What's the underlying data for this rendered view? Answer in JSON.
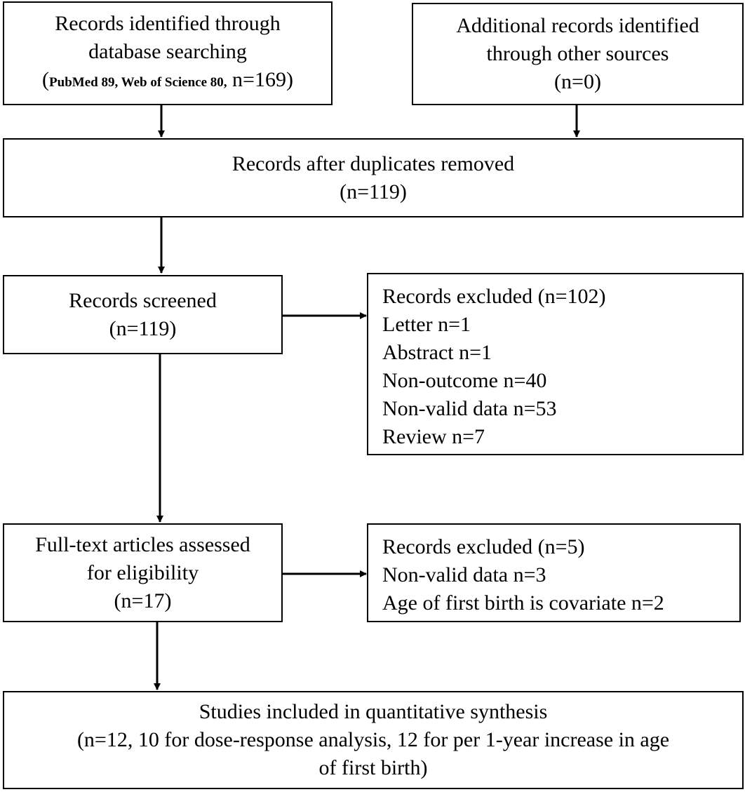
{
  "boxes": {
    "identified": {
      "line1": "Records identified through",
      "line2": "database searching",
      "paren_open": "(",
      "small": "PubMed 89, Web of Science 80,",
      "count": " n=169)"
    },
    "additional": {
      "line1": "Additional records identified",
      "line2": "through other sources",
      "line3": "(n=0)"
    },
    "deduplicated": {
      "line1": "Records after duplicates removed",
      "line2": "(n=119)"
    },
    "screened": {
      "line1": "Records screened",
      "line2": "(n=119)"
    },
    "excluded_screening": {
      "items": [
        "Records excluded (n=102)",
        "Letter n=1",
        "Abstract n=1",
        "Non-outcome n=40",
        "Non-valid data n=53",
        "Review n=7"
      ]
    },
    "fulltext": {
      "line1": "Full-text articles assessed",
      "line2": "for eligibility",
      "line3": "(n=17)"
    },
    "excluded_fulltext": {
      "items": [
        "Records excluded (n=5)",
        "Non-valid data n=3",
        "Age of first birth is covariate n=2"
      ]
    },
    "included": {
      "line1": "Studies included in quantitative synthesis",
      "line2": "(n=12, 10 for dose-response analysis, 12 for per 1-year increase in age",
      "line3": "of first birth)"
    }
  }
}
